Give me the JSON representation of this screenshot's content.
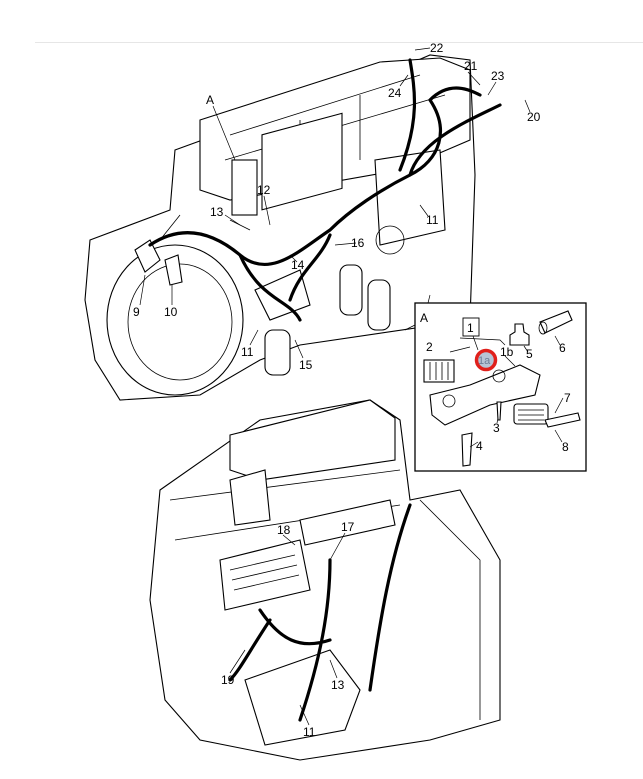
{
  "diagram": {
    "upper_engine_callouts": [
      "22",
      "21",
      "23",
      "24",
      "20",
      "A",
      "12",
      "13",
      "11",
      "16",
      "14",
      "9",
      "10",
      "11",
      "15"
    ],
    "inset": {
      "title": "A",
      "boxed_label": "1",
      "callouts": [
        "2",
        "1b",
        "5",
        "6",
        "7",
        "3",
        "4",
        "8"
      ],
      "highlighted_callout": "1a",
      "highlight_color": "#e0201c"
    },
    "lower_engine_callouts": [
      "18",
      "17",
      "19",
      "13",
      "11"
    ]
  }
}
